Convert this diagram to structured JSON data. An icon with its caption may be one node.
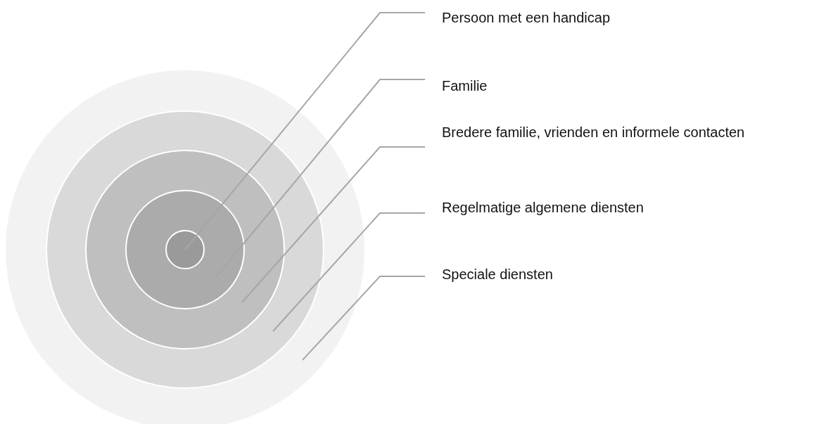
{
  "diagram": {
    "nodes": [
      {
        "text": [],
        "shape": "circle"
      },
      {
        "text": [],
        "shape": "circle",
        "in": 0
      },
      {
        "text": [],
        "shape": "circle",
        "in": 1
      },
      {
        "text": [],
        "shape": "circle",
        "in": 2
      },
      {
        "text": [],
        "shape": "circle",
        "in": 3
      },
      {
        "text": [
          "Persoon met een handicap"
        ]
      },
      {
        "text": [
          "Familie"
        ]
      },
      {
        "text": [
          "Bredere familie, vrienden en informele contacten"
        ]
      },
      {
        "text": [
          "Regelmatige algemene diensten"
        ]
      },
      {
        "text": [
          "Speciale diensten"
        ]
      }
    ],
    "edges": [
      {
        "from": 5,
        "to": 4,
        "arrow": "none"
      },
      {
        "from": 6,
        "to": 3,
        "arrow": "none"
      },
      {
        "from": 7,
        "to": 2,
        "arrow": "none"
      },
      {
        "from": 8,
        "to": 1,
        "arrow": "none"
      },
      {
        "from": 9,
        "to": 0,
        "arrow": "none"
      }
    ]
  }
}
